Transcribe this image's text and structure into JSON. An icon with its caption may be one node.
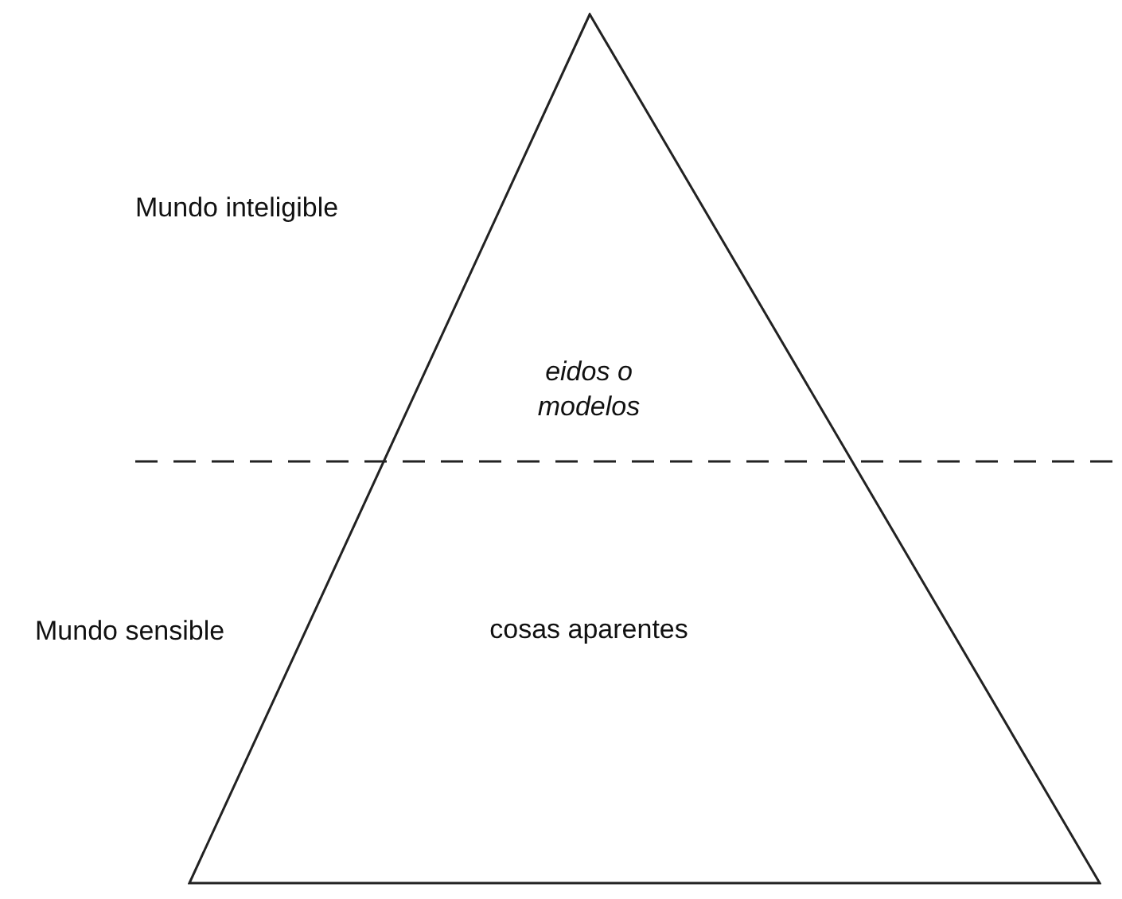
{
  "diagram": {
    "nodes": [
      {
        "text": [
          "eidos o modelos",
          "cosas aparentes"
        ]
      }
    ],
    "labels": [
      "Mundo inteligible",
      "Mundo sensible"
    ]
  }
}
